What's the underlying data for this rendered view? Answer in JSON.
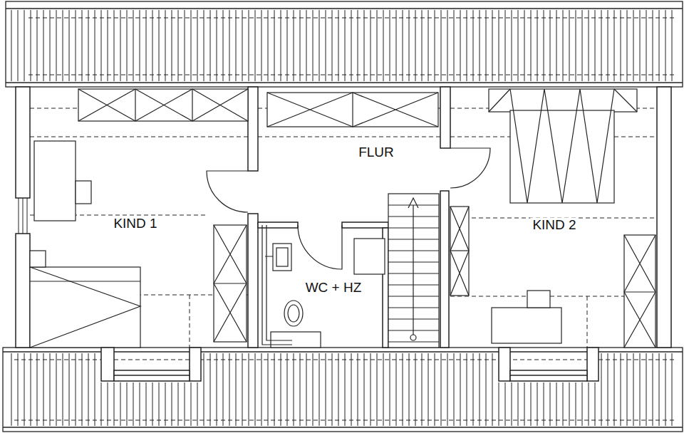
{
  "diagram": {
    "labels": [
      "FLUR",
      "KIND 1",
      "KIND 2",
      "WC + HZ"
    ]
  }
}
